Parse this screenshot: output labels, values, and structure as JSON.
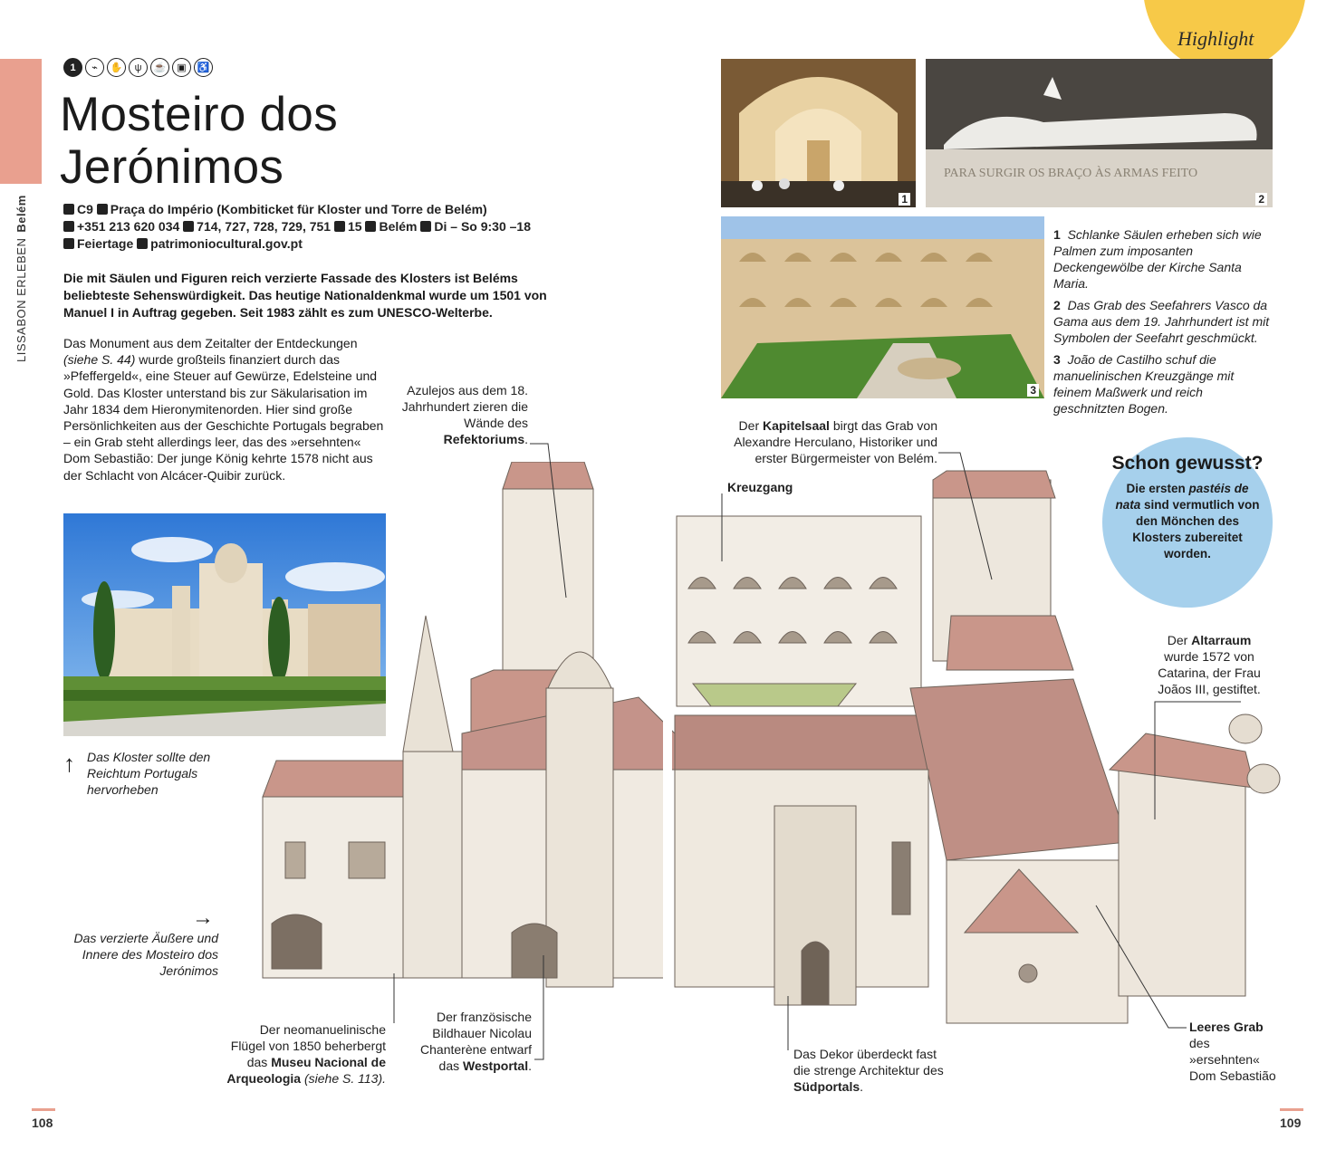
{
  "sidebar": {
    "section": "LISSABON ERLEBEN",
    "area": "Belém"
  },
  "header": {
    "number": "1",
    "symbol_icons": [
      "camera-icon",
      "hands-icon",
      "restaurant-icon",
      "cafe-icon",
      "shop-icon",
      "wheelchair-icon"
    ],
    "title_line1": "Mosteiro dos",
    "title_line2": "Jerónimos"
  },
  "info": {
    "grid": "C9",
    "address": "Praça do Império (Kombiticket für Kloster und Torre de Belém)",
    "phone": "+351 213 620 034",
    "bus": "714, 727, 728, 729, 751",
    "tram": "15",
    "train": "Belém",
    "hours": "Di – So 9:30 –18",
    "closed": "Feiertage",
    "web": "patrimoniocultural.gov.pt"
  },
  "lead": "Die mit Säulen und Figuren reich verzierte Fassade des Klosters ist Beléms beliebteste Sehenswürdigkeit. Das heutige Nationaldenkmal wurde um 1501 von Manuel I in Auftrag gegeben. Seit 1983 zählt es zum UNESCO-Welterbe.",
  "body": {
    "p1": "Das Monument aus dem Zeitalter der Entdeckungen",
    "ref": "(siehe S. 44)",
    "p2": "wurde großteils finanziert durch das »Pfeffergeld«, eine Steuer auf Gewürze, Edelsteine und Gold. Das Kloster unterstand bis zur Säkularisation im Jahr 1834 dem Hieronymitenorden. Hier sind große Persönlichkeiten aus der Geschichte Portugals begraben – ein Grab steht allerdings leer, das des »ersehnten« Dom Sebastião: Der junge König kehrte 1578 nicht aus der Schlacht von Alcácer-Quibir zurück."
  },
  "captions": {
    "up": "Das Kloster sollte den Reichtum Portugals hervorheben",
    "right": "Das verzierte Äußere und Innere des Mosteiro dos Jerónimos"
  },
  "highlight": "Highlight",
  "photos": {
    "n1": "1",
    "n2": "2",
    "n3": "3"
  },
  "photo_captions": [
    {
      "num": "1",
      "text": "Schlanke Säulen erheben sich wie Palmen zum imposanten Deckengewölbe der Kirche Santa Maria."
    },
    {
      "num": "2",
      "text": "Das Grab des Seefahrers Vasco da Gama aus dem 19. Jahrhundert ist mit Symbolen der Seefahrt geschmückt."
    },
    {
      "num": "3",
      "text": "João de Castilho schuf die manuelinischen Kreuzgänge mit feinem Maßwerk und reich geschnitzten Bogen."
    }
  ],
  "fact": {
    "title": "Schon gewusst?",
    "t1": "Die ersten",
    "t2": "pastéis de nata",
    "t3": "sind vermutlich von den Mönchen des Klosters zubereitet worden."
  },
  "labels": {
    "azulejos_a": "Azulejos aus dem 18. Jahrhundert zieren die Wände des",
    "azulejos_b": "Refektoriums",
    "kapitel_a": "Der",
    "kapitel_b": "Kapitelsaal",
    "kapitel_c": "birgt das Grab von Alexandre Herculano, Historiker und erster Bürgermeister von Belém.",
    "kreuzgang": "Kreuzgang",
    "altar_a": "Der",
    "altar_b": "Altarraum",
    "altar_c": "wurde 1572 von Catarina, der Frau Joãos III, gestiftet.",
    "neo_a": "Der neomanuelinische Flügel von 1850 beherbergt das",
    "neo_b": "Museu Nacional de Arqueologia",
    "neo_c": "(siehe S. 113).",
    "west_a": "Der französische Bildhauer Nicolau Chanterène entwarf das",
    "west_b": "Westportal",
    "sud_a": "Das Dekor überdeckt fast die strenge Architektur des",
    "sud_b": "Südportals",
    "grab_a": "Leeres Grab",
    "grab_b": "des »ersehnten« Dom Sebastião"
  },
  "pages": {
    "left": "108",
    "right": "109"
  },
  "colors": {
    "accent": "#e9a08f",
    "highlight": "#f7c948",
    "fact": "#a6d0ec",
    "roof": "#b8867a"
  }
}
